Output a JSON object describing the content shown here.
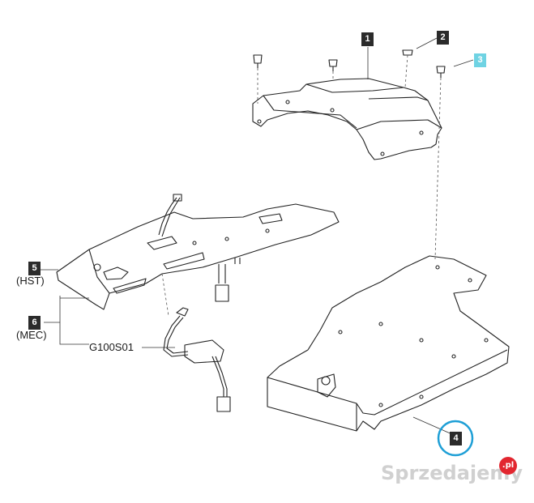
{
  "callouts": {
    "c1": "1",
    "c2": "2",
    "c3": "3",
    "c4": "4",
    "c5": "5",
    "c6": "6"
  },
  "labels": {
    "hst": "(HST)",
    "mec": "(MEC)",
    "part_code": "G100S01"
  },
  "watermark": {
    "text": "Sprzedajemy",
    "badge": ".pl"
  },
  "colors": {
    "callout_bg": "#2b2b2b",
    "highlight_callout": "#6fd3e3",
    "highlight_circle": "#1e9fd6",
    "watermark_badge": "#e2262f"
  }
}
